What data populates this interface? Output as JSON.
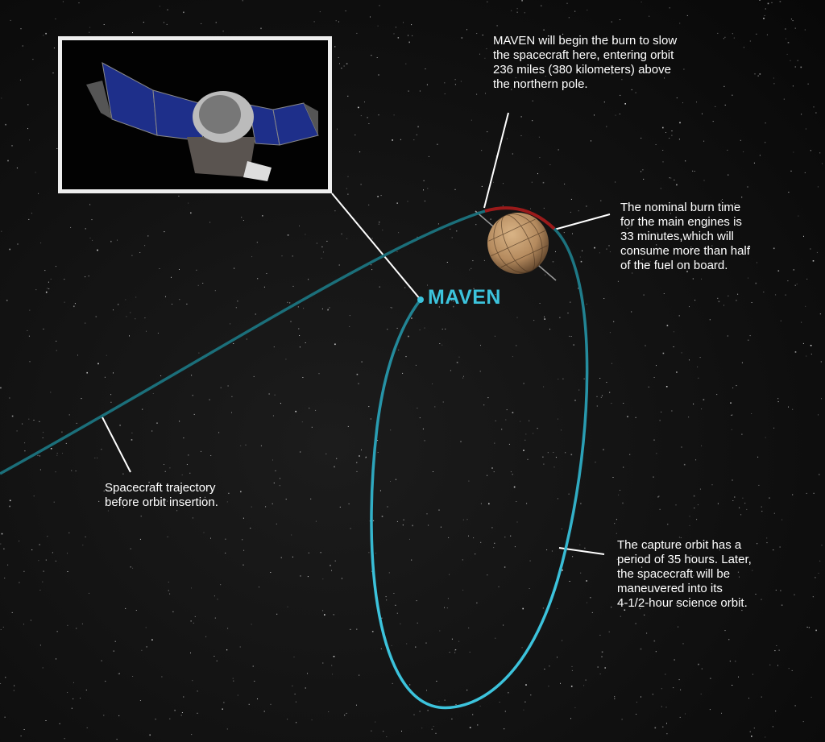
{
  "labels": {
    "spacecraft": "MAVEN"
  },
  "annotations": {
    "burn_start": "MAVEN will begin the burn to slow\nthe spacecraft here, entering orbit\n236 miles (380 kilometers) above\nthe northern pole.",
    "burn_time": "The nominal burn time\nfor the main engines is\n33 minutes,which will\nconsume more than half\nof the fuel on board.",
    "trajectory": "Spacecraft trajectory\nbefore orbit insertion.",
    "capture_orbit": "The capture orbit has a\nperiod of 35 hours. Later,\nthe spacecraft will be\nmaneuvered into its\n4-1/2-hour science orbit."
  },
  "colors": {
    "trajectory": "#1b6f7a",
    "burn_arc": "#9a1a1a",
    "orbit": "#3cc3dc",
    "mars": "#c49a6c"
  }
}
